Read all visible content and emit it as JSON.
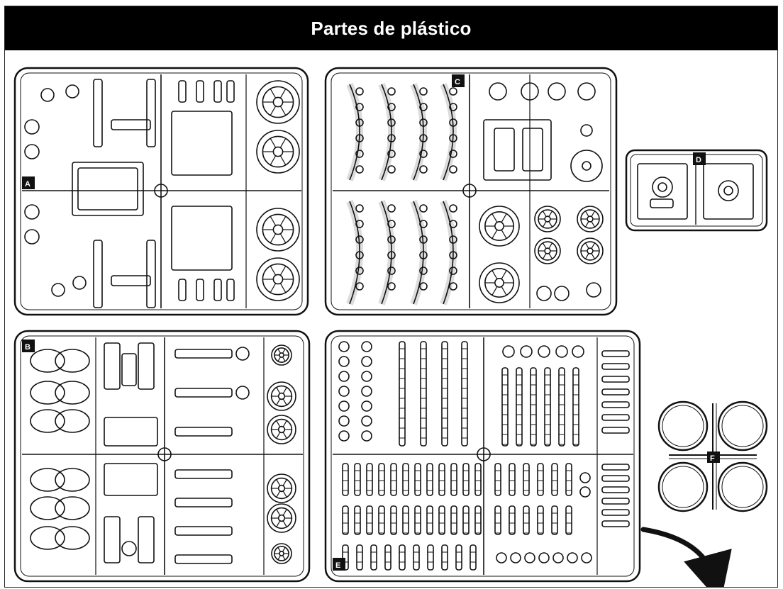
{
  "header": {
    "title": "Partes de plástico"
  },
  "sprues": [
    {
      "id": "A",
      "label": "A"
    },
    {
      "id": "B",
      "label": "B"
    },
    {
      "id": "C",
      "label": "C"
    },
    {
      "id": "D",
      "label": "D"
    },
    {
      "id": "E",
      "label": "E"
    },
    {
      "id": "F",
      "label": "F"
    }
  ],
  "colors": {
    "ink": "#111111",
    "paper": "#ffffff",
    "title_bg": "#000000",
    "title_fg": "#ffffff"
  },
  "icons": {
    "continue": "curved-arrow-icon"
  }
}
